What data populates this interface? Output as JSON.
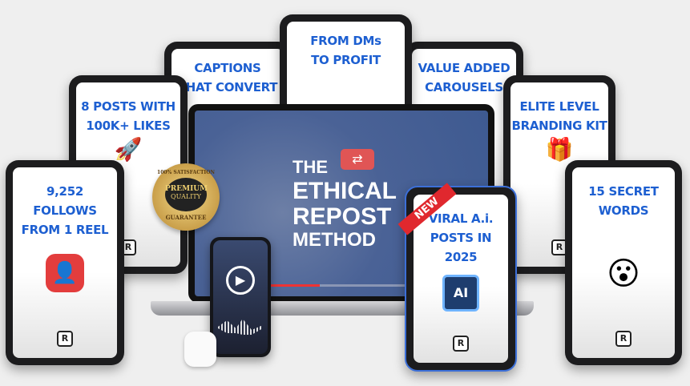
{
  "product_title": {
    "line1": "THE",
    "line2": "ETHICAL",
    "line3": "REPOST",
    "line4": "METHOD"
  },
  "tablets": [
    {
      "title1": "CAPTIONS",
      "title2": "THAT CONVERT"
    },
    {
      "title1": "FROM DMs",
      "title2": "TO PROFIT"
    },
    {
      "title1": "VALUE ADDED",
      "title2": "CAROUSELS"
    },
    {
      "title1": "8 POSTS WITH",
      "title2": "100K+ LIKES",
      "icon": "rocket-icon"
    },
    {
      "title1": "ELITE LEVEL",
      "title2": "BRANDING KIT",
      "icon": "gift-box-icon"
    },
    {
      "title1": "9,252 FOLLOWS",
      "title2": "FROM 1 REEL",
      "icon": "add-user-icon"
    },
    {
      "title1": "15 SECRET",
      "title2": "WORDS",
      "icon": "surprised-emoji-icon"
    },
    {
      "title1": "VIRAL A.i.",
      "title2": "POSTS IN 2025",
      "icon": "ai-chip-icon",
      "ribbon": "NEW"
    }
  ],
  "badge": {
    "top": "100% SATISFACTION",
    "mid1": "PREMIUM",
    "mid2": "QUALITY",
    "bottom": "GUARANTEE"
  },
  "logo_letter": "R",
  "colors": {
    "title_blue": "#1d5fd1",
    "screen_blue": "#4a6296",
    "ribbon_red": "#e0282e",
    "gold": "#d4a640"
  }
}
